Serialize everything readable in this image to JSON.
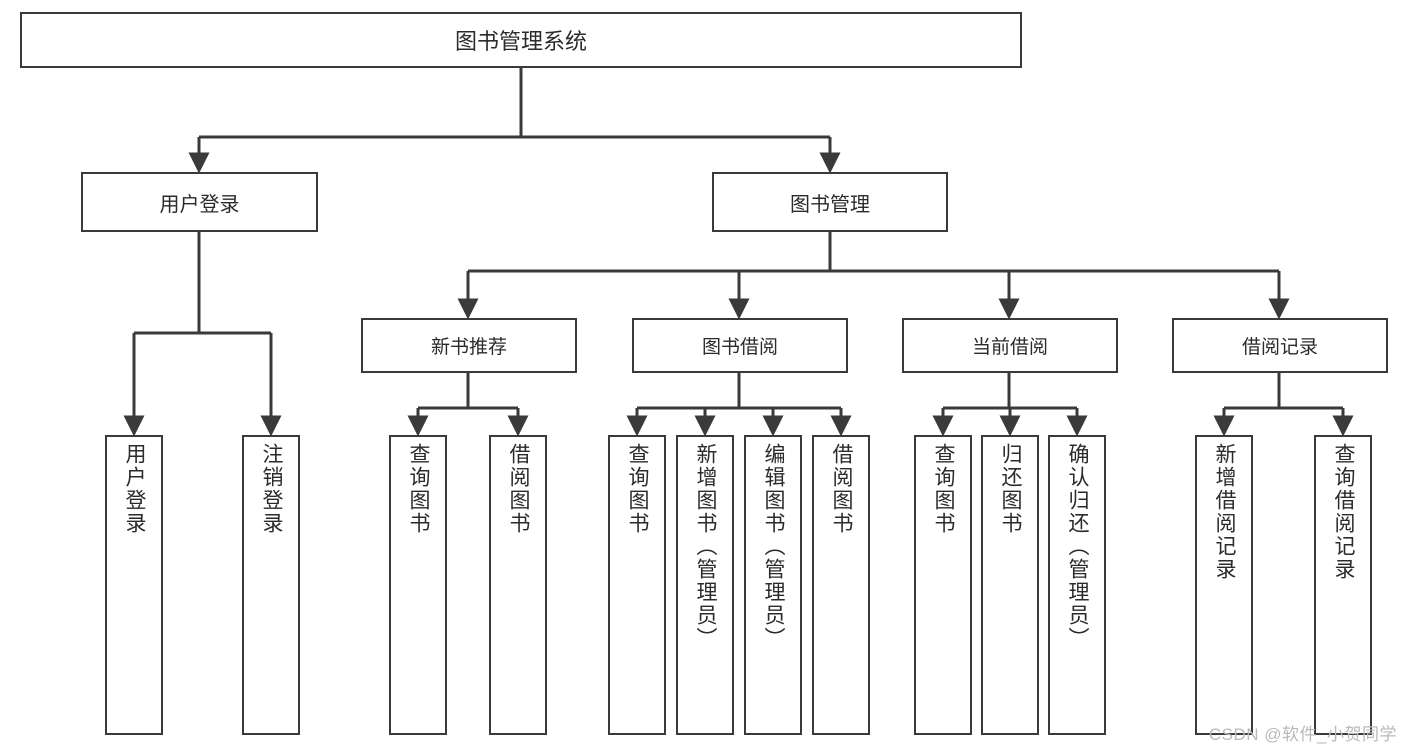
{
  "diagram": {
    "title": "图书管理系统",
    "type": "tree",
    "watermark": "CSDN @软件_小贺同学",
    "colors": {
      "box_border": "#3a3a3a",
      "box_fill": "#ffffff",
      "text": "#2b2b2b",
      "edge": "#3a3a3a",
      "watermark": "#b9b9b9",
      "background": "#ffffff"
    },
    "root": {
      "label": "图书管理系统"
    },
    "level1": [
      {
        "label": "用户登录"
      },
      {
        "label": "图书管理"
      }
    ],
    "level2": [
      {
        "label": "新书推荐"
      },
      {
        "label": "图书借阅"
      },
      {
        "label": "当前借阅"
      },
      {
        "label": "借阅记录"
      }
    ],
    "leaves": {
      "user_login": [
        {
          "label": "用户登录"
        },
        {
          "label": "注销登录"
        }
      ],
      "new_book_recommend": [
        {
          "label": "查询图书"
        },
        {
          "label": "借阅图书"
        }
      ],
      "book_borrow": [
        {
          "label": "查询图书"
        },
        {
          "label": "新增图书（管理员）"
        },
        {
          "label": "编辑图书（管理员）"
        },
        {
          "label": "借阅图书"
        }
      ],
      "current_borrow": [
        {
          "label": "查询图书"
        },
        {
          "label": "归还图书"
        },
        {
          "label": "确认归还（管理员）"
        }
      ],
      "borrow_record": [
        {
          "label": "新增借阅记录"
        },
        {
          "label": "查询借阅记录"
        }
      ]
    }
  }
}
